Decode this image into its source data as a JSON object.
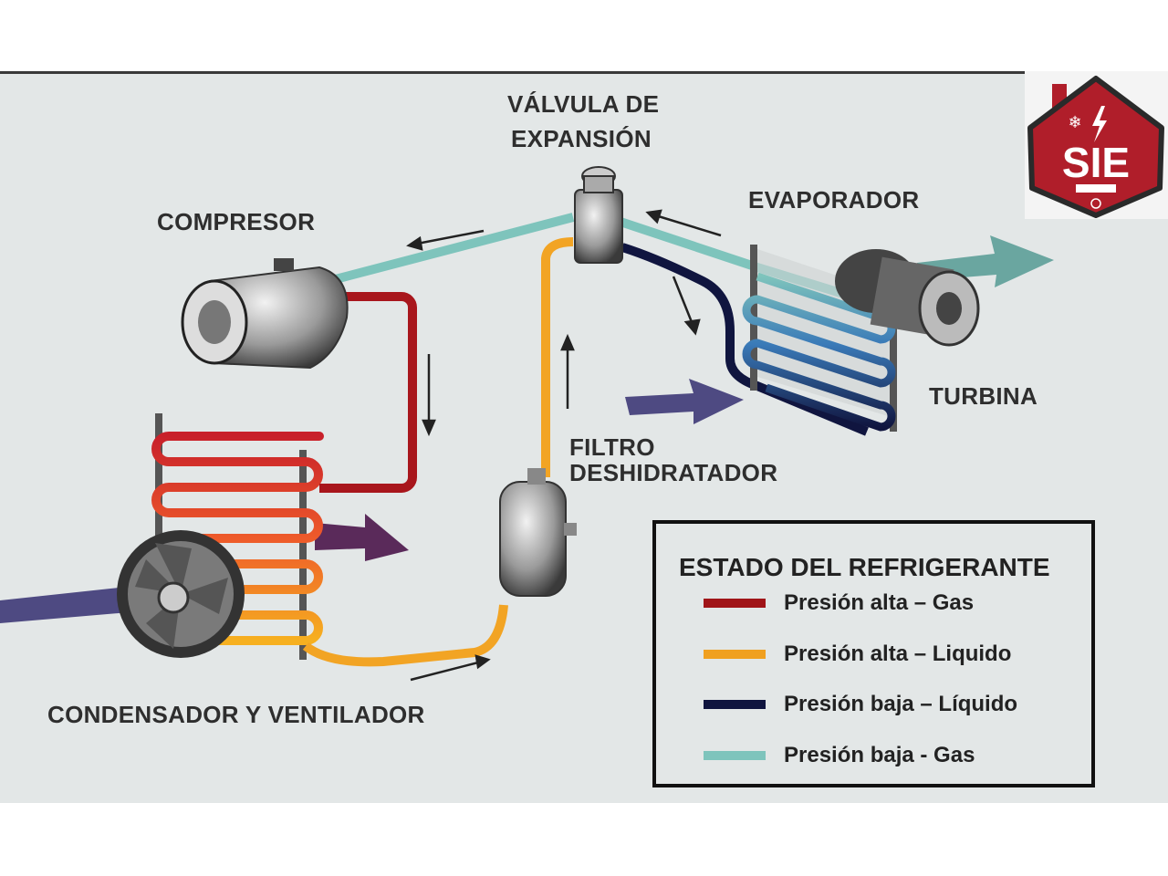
{
  "labels": {
    "valve_line1": "VÁLVULA DE",
    "valve_line2": "EXPANSIÓN",
    "compressor": "COMPRESOR",
    "evaporator": "EVAPORADOR",
    "turbine": "TURBINA",
    "filter_line1": "FILTRO",
    "filter_line2": "DESHIDRATADOR",
    "condenser": "CONDENSADOR Y VENTILADOR"
  },
  "legend": {
    "title": "ESTADO DEL REFRIGERANTE",
    "items": [
      {
        "label": "Presión alta – Gas",
        "color": "#a01418"
      },
      {
        "label": "Presión alta – Liquido",
        "color": "#f0a020"
      },
      {
        "label": "Presión baja – Líquido",
        "color": "#10153f"
      },
      {
        "label": "Presión baja - Gas",
        "color": "#7ec4bc"
      }
    ]
  },
  "logo": {
    "text": "SIE",
    "color": "#b01e2a"
  }
}
